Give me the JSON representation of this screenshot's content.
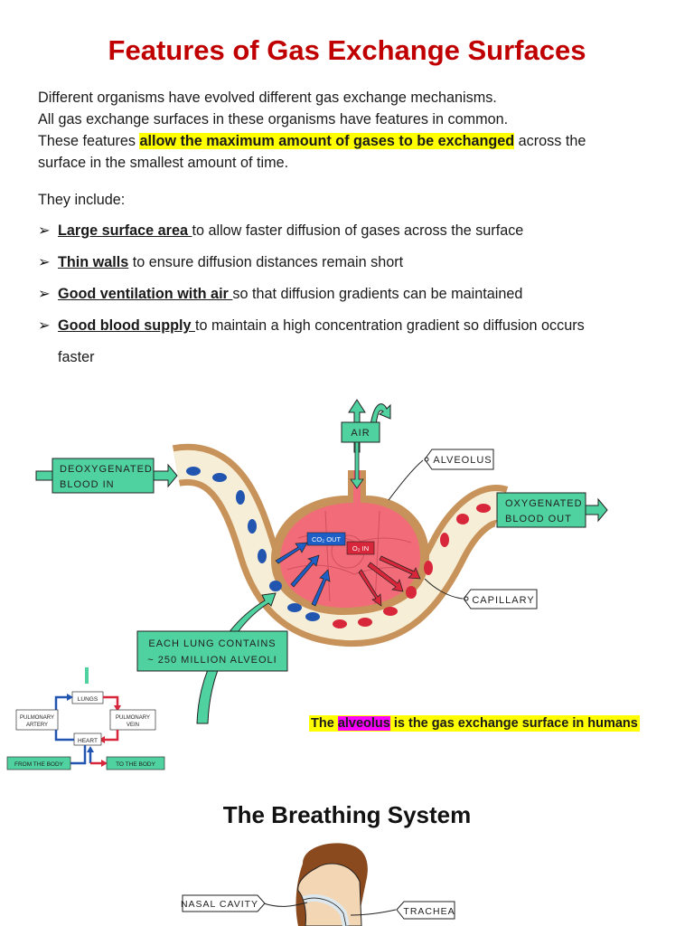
{
  "title": "Features of Gas Exchange Surfaces",
  "intro": {
    "line1": "Different organisms have evolved different gas exchange mechanisms.",
    "line2": "All gas exchange surfaces in these organisms have features in common.",
    "line3_pre": "These features ",
    "line3_hl": "allow the maximum amount of gases to be exchanged",
    "line3_post": " across the",
    "line4": "surface in the smallest amount of time."
  },
  "include_label": "They include:",
  "bullets": [
    {
      "term": "Large surface area ",
      "text": "to allow faster diffusion of gases across the surface"
    },
    {
      "term": "Thin walls",
      "text": " to ensure diffusion distances remain short"
    },
    {
      "term": "Good ventilation with air ",
      "text": "so that diffusion gradients can be maintained"
    },
    {
      "term": "Good blood supply ",
      "text": "to maintain a high concentration gradient so diffusion occurs",
      "cont": "faster"
    }
  ],
  "diagram": {
    "air": "AIR",
    "alveolus": "ALVEOLUS",
    "deoxy_line1": "DEOXYGENATED",
    "deoxy_line2": "BLOOD IN",
    "oxy_line1": "OXYGENATED",
    "oxy_line2": "BLOOD OUT",
    "co2_out": "CO₂ OUT",
    "o2_in": "O₂ IN",
    "capillary": "CAPILLARY",
    "lung_line1": "EACH LUNG CONTAINS",
    "lung_line2": "~ 250 MILLION ALVEOLI",
    "colors": {
      "green": "#4fd1a0",
      "blood_red": "#d8263a",
      "deoxy_blue": "#2255b0",
      "vessel": "#c8935a",
      "alveolus_pink": "#f26b78"
    }
  },
  "circulation": {
    "lungs": "LUNGS",
    "pulmonary_artery_1": "PULMONARY",
    "pulmonary_artery_2": "ARTERY",
    "pulmonary_vein_1": "PULMONARY",
    "pulmonary_vein_2": "VEIN",
    "heart": "HEART",
    "from_body": "FROM THE BODY",
    "to_body": "TO THE BODY"
  },
  "caption": {
    "pre": "The ",
    "hl": "alveolus",
    "post": " is the gas exchange surface in humans"
  },
  "breathing": {
    "heading": "The Breathing System",
    "nasal_cavity": "NASAL CAVITY",
    "trachea": "TRACHEA"
  }
}
